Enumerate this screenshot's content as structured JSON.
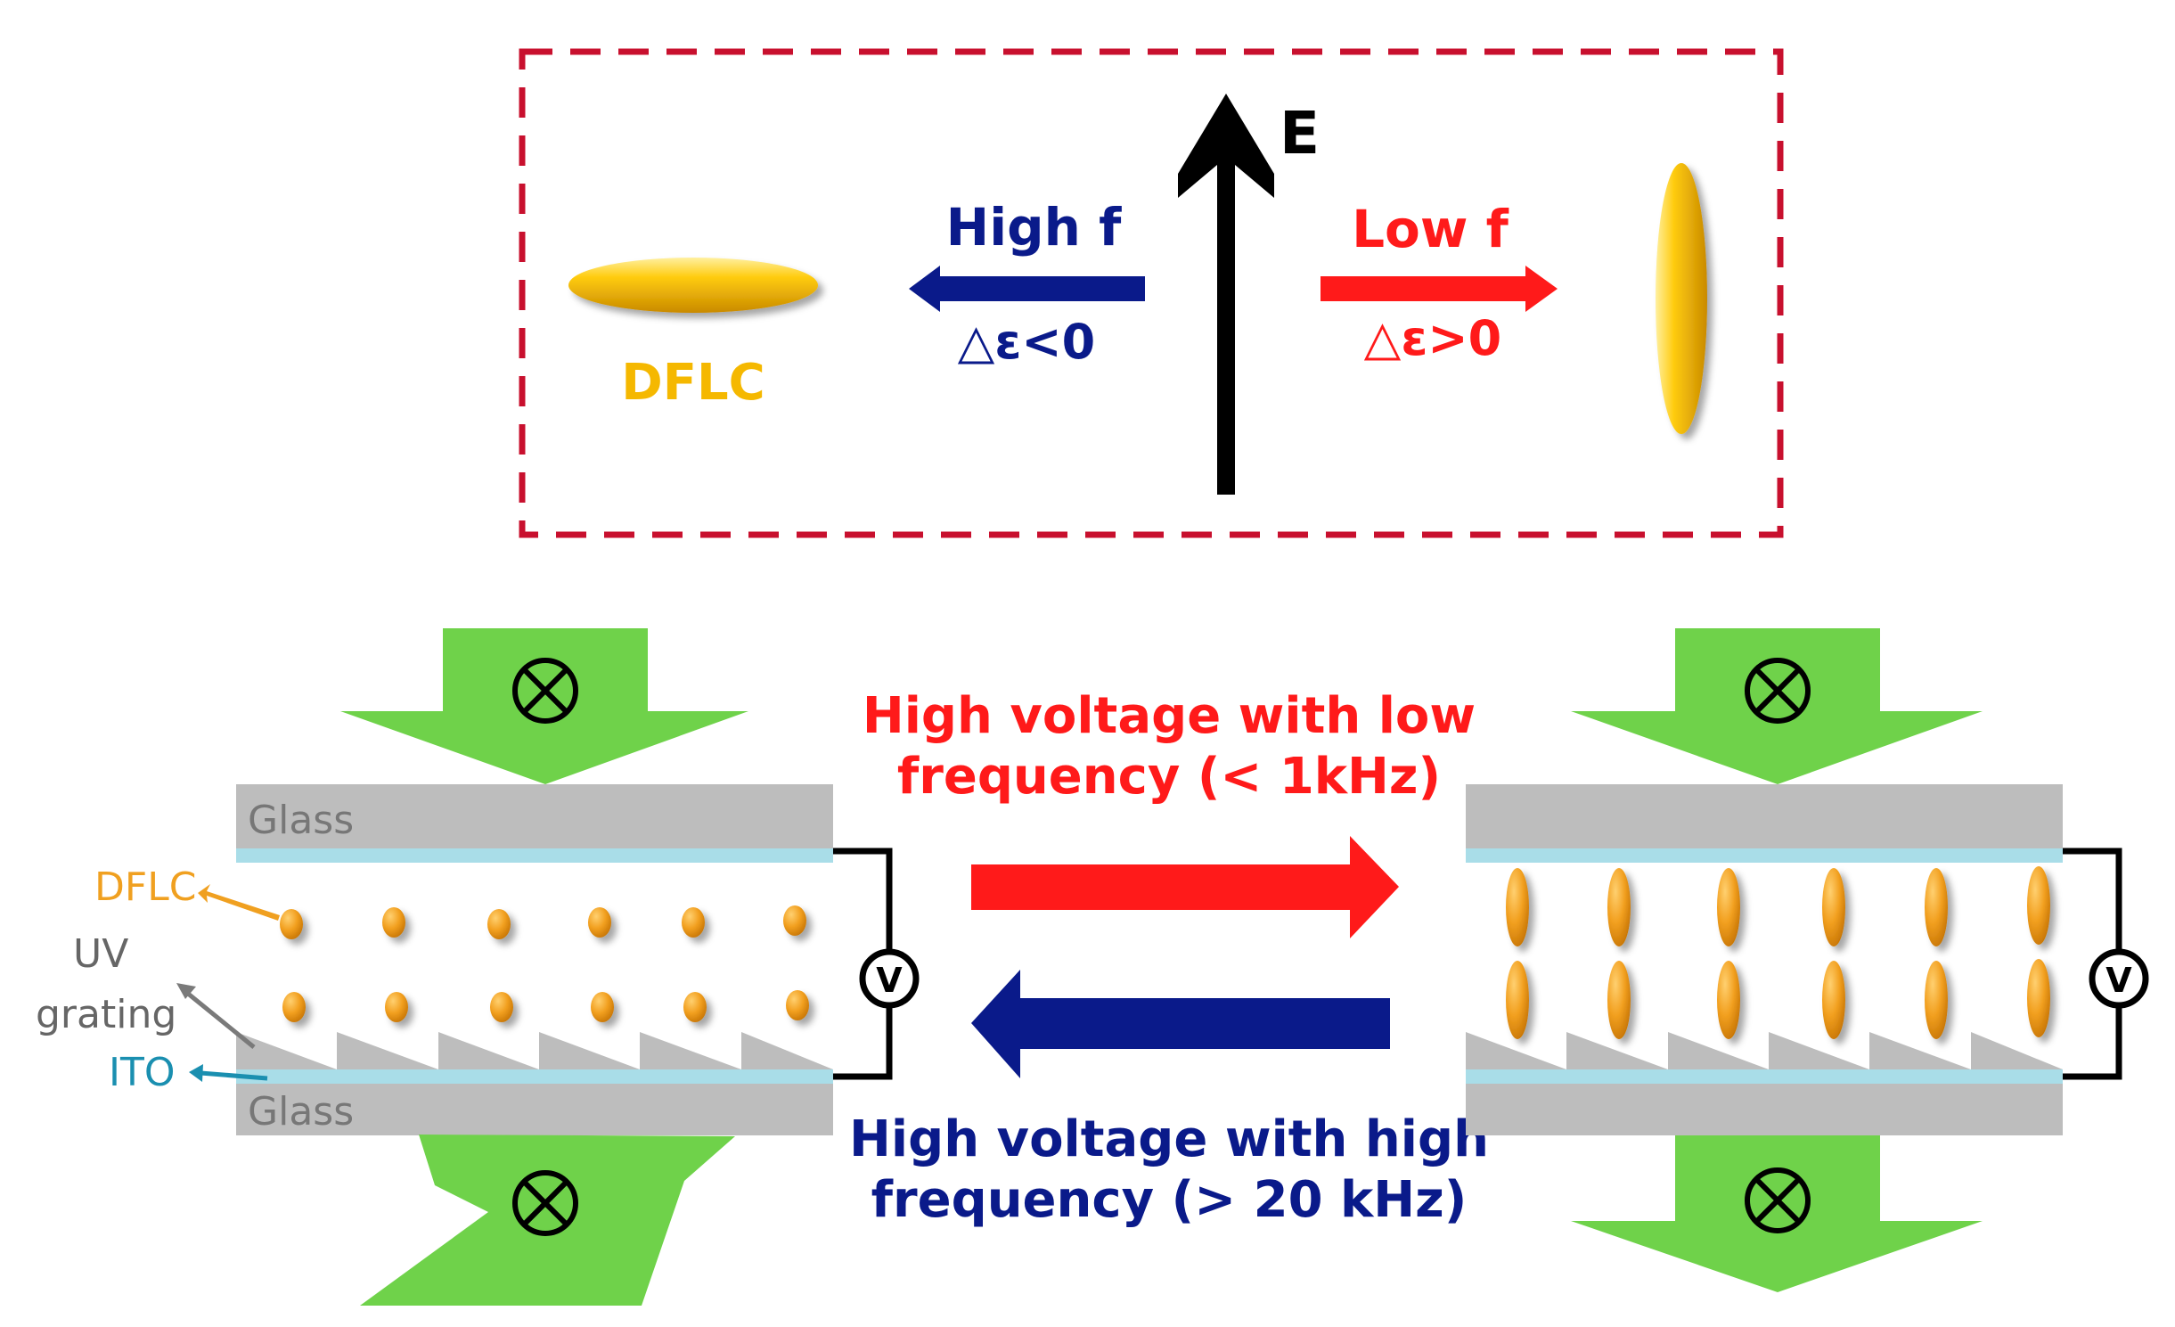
{
  "inset": {
    "field_label": "E",
    "high_f_label": "High f",
    "high_f_condition": "△ε<0",
    "low_f_label": "Low f",
    "low_f_condition": "△ε>0",
    "molecule_label": "DFLC"
  },
  "process": {
    "forward_label_line1": "High voltage with low",
    "forward_label_line2": "frequency (< 1kHz)",
    "reverse_label_line1": "High voltage with high",
    "reverse_label_line2": "frequency (> 20 kHz)"
  },
  "cell_left": {
    "top_glass": "Glass",
    "bottom_glass": "Glass",
    "voltmeter": "V",
    "label_dflc": "DFLC",
    "label_uv_line1": "UV",
    "label_uv_line2": "grating",
    "label_ito": "ITO"
  },
  "cell_right": {
    "voltmeter": "V"
  },
  "colors": {
    "inset_border": "#c8102e",
    "high_f": "#0a1a8a",
    "low_f": "#ff1a1a",
    "dflc_text": "#f5b800",
    "molecule": "#f0a020",
    "light_arrow": "#6fd24a",
    "glass": "#bdbdbd",
    "ito": "#a9dde8",
    "label_gray": "#666666",
    "label_ito": "#1a8fb0"
  }
}
